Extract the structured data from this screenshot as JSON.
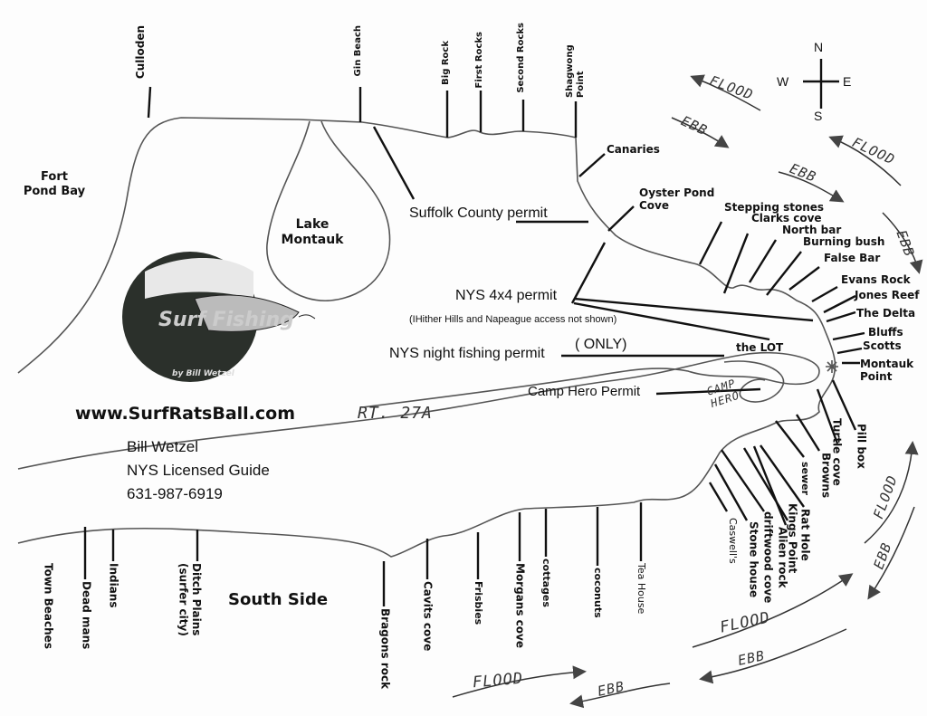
{
  "title_url": "www.SurfRatsBall.com",
  "contact": {
    "name": "Bill Wetzel",
    "role": "NYS Licensed Guide",
    "phone": "631-987-6919"
  },
  "logo": {
    "text": "Surf Fishing",
    "byline": "by Bill Wetzel"
  },
  "compass": {
    "n": "N",
    "s": "S",
    "e": "E",
    "w": "W"
  },
  "areas": {
    "fort_pond_bay": "Fort Pond Bay",
    "lake_montauk": "Lake Montauk",
    "south_side": "South Side",
    "road": "RT. 27A",
    "camp_hero": "CAMP HERO",
    "the_lot": "the LOT"
  },
  "permits": {
    "suffolk": "Suffolk County permit",
    "nys_4x4": "NYS 4x4 permit",
    "note": "(IHither Hills and Napeague access not shown)",
    "night": "NYS night fishing permit",
    "only": "( ONLY)",
    "camp_hero": "Camp Hero Permit"
  },
  "north_spots": [
    "Culloden",
    "Gin Beach",
    "Big Rock",
    "First Rocks",
    "Second Rocks",
    "Shagwong Point",
    "Canaries",
    "Oyster Pond Cove"
  ],
  "point_spots": [
    "Stepping stones",
    "Clarks cove",
    "North bar",
    "Burning bush",
    "False Bar",
    "Evans Rock",
    "Jones Reef",
    "The Delta",
    "Bluffs",
    "Scotts",
    "Montauk Point",
    "Pill box",
    "Turtle cove",
    "Browns",
    "sewer",
    "Rat Hole",
    "Kings Point",
    "Alien rock",
    "driftwood cove",
    "Stone house",
    "Caswell's"
  ],
  "south_spots": [
    "Town Beaches",
    "Dead mans",
    "Indians",
    "Ditch Plains (surfer city)",
    "Bragons rock",
    "Cavits cove",
    "Frisbies",
    "Morgans cove",
    "cottages",
    "coconuts",
    "Tea House"
  ],
  "tides": [
    "FLOOD",
    "EBB",
    "FLOOD",
    "EBB",
    "EBB",
    "FLOOD",
    "EBB",
    "FLOOD",
    "EBB",
    "FLOOD",
    "EBB"
  ]
}
